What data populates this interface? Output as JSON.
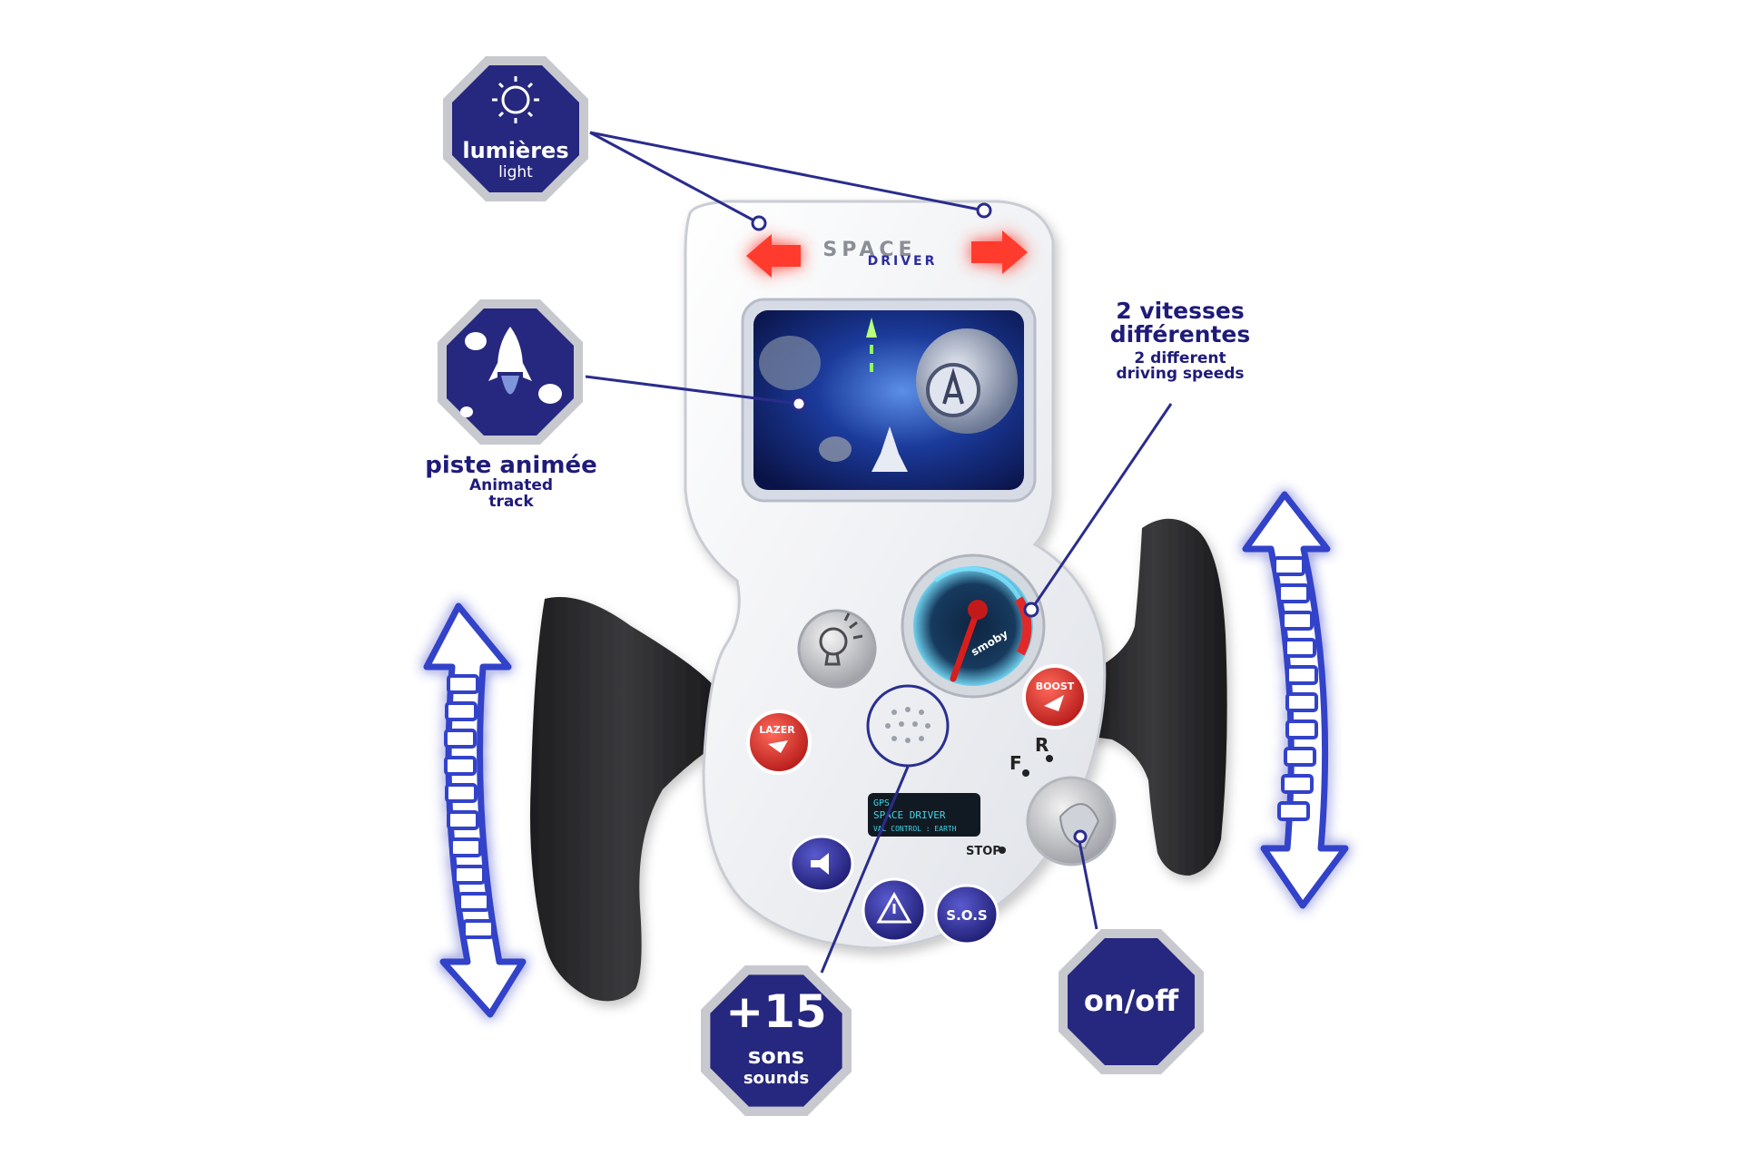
{
  "brand": {
    "logo_top": "SPACE",
    "logo_bottom": "DRIVER",
    "maker": "smoby"
  },
  "features": {
    "lights": {
      "fr": "lumières",
      "en": "light",
      "icon": "sun-icon"
    },
    "track": {
      "fr": "piste animée",
      "en_line1": "Animated",
      "en_line2": "track",
      "icon": "rocket-icon"
    },
    "speeds": {
      "fr_line1": "2 vitesses",
      "fr_line2": "différentes",
      "en_line1": "2 different",
      "en_line2": "driving speeds"
    },
    "sounds": {
      "count": "+15",
      "fr": "sons",
      "en": "sounds"
    },
    "power": {
      "label": "on/off"
    }
  },
  "device": {
    "lazer_label": "LAZER",
    "boost_label": "BOOST",
    "sos_label": "S.O.S",
    "gear_forward": "F",
    "gear_reverse": "R",
    "stop_label": "STOP",
    "lcd": {
      "line1": "GPS.",
      "line2": "SPACE DRIVER",
      "line3": "VAL CONTROL : EARTH"
    }
  },
  "colors": {
    "badge_fill": "#26277e",
    "badge_ring": "#c7c9cf",
    "label_text": "#1f1b7a",
    "light_red": "#ff3b2f",
    "glow_blue": "#3d4fd8",
    "button_red": "#d42424",
    "button_blue": "#2b2a8c",
    "grip": "#2a2a2c"
  }
}
